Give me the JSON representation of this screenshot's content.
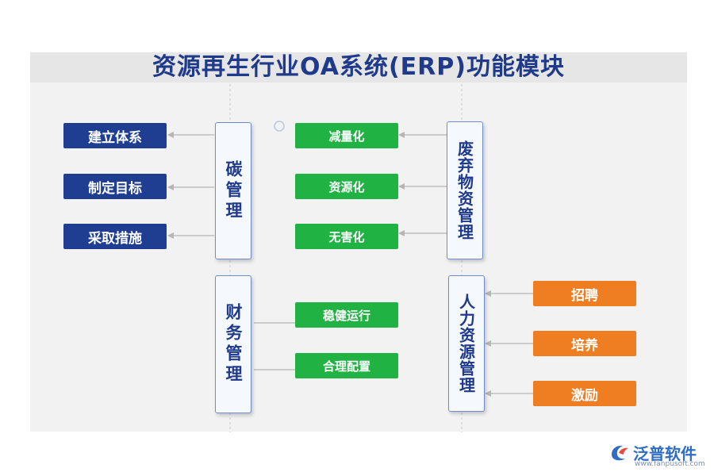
{
  "title": "资源再生行业OA系统(ERP)功能模块",
  "modules": {
    "carbon": {
      "label": "碳管理",
      "items": [
        "建立体系",
        "制定目标",
        "采取措施"
      ]
    },
    "waste": {
      "label": "废弃物资管理",
      "items": [
        "减量化",
        "资源化",
        "无害化"
      ]
    },
    "finance": {
      "label": "财务管理",
      "items": [
        "稳健运行",
        "合理配置"
      ]
    },
    "hr": {
      "label": "人力资源管理",
      "items": [
        "招聘",
        "培养",
        "激励"
      ]
    }
  },
  "brand": {
    "name": "泛普软件",
    "url": "www.fanpusoft.com"
  },
  "colors": {
    "title": "#1f3a8a",
    "carbon_items": "#1f3e92",
    "waste_finance_items": "#20b344",
    "hr_items": "#ef7d22",
    "module_border": "#6e8cc8"
  }
}
